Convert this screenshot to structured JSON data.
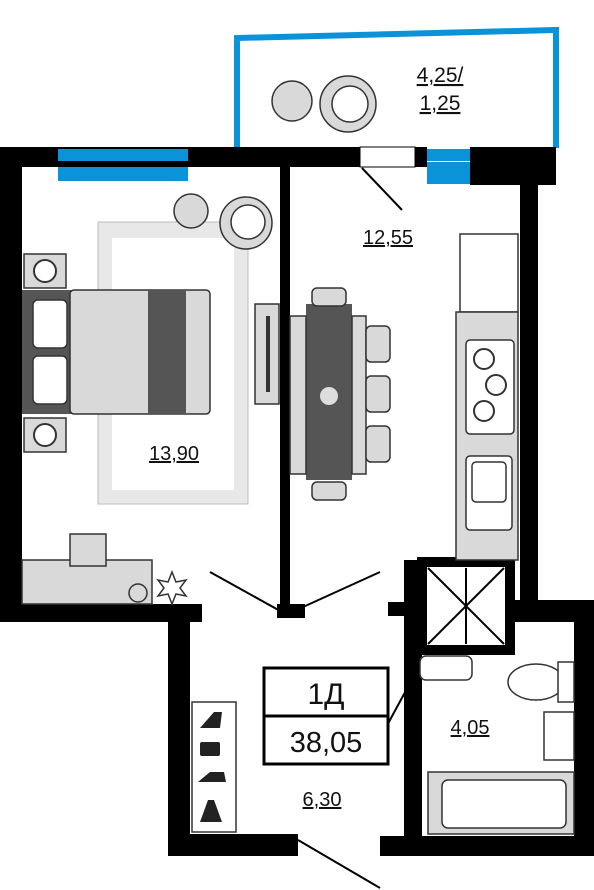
{
  "rooms": {
    "balcony_area": "4,25/",
    "balcony_area_reduced": "1,25",
    "kitchen_area": "12,55",
    "bedroom_area": "13,90",
    "hall_area": "6,30",
    "bathroom_area": "4,05"
  },
  "badge": {
    "type": "1Д",
    "total_area": "38,05"
  },
  "colors": {
    "wall": "#000000",
    "window": "#0a93d8",
    "furniture": "#d9d9d9"
  }
}
